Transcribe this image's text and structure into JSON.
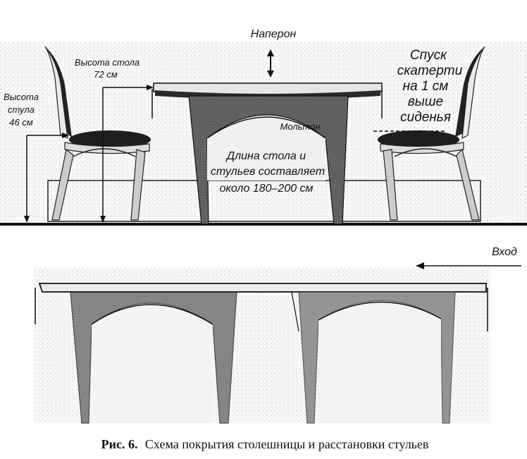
{
  "labels": {
    "naperon": "Наперон",
    "table_height": [
      "Высота стола",
      "72 см"
    ],
    "chair_height": [
      "Высота",
      "стула",
      "46 см"
    ],
    "cloth_drop": [
      "Спуск",
      "скатерти",
      "на 1 см",
      "выше",
      "сиденья"
    ],
    "molton": "Мольтон",
    "length": [
      "Длина стола и",
      "стульев составляет",
      "около 180–200 см"
    ],
    "entrance": "Вход"
  },
  "caption": {
    "number": "Рис. 6.",
    "text": "Схема покрытия столешницы и расстановки стульев"
  }
}
